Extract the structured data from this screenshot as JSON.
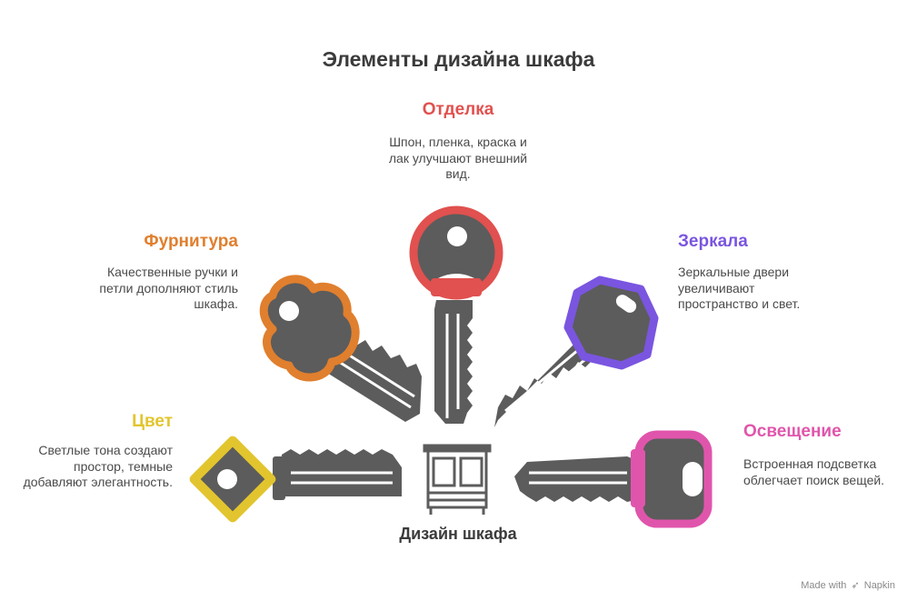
{
  "title": "Элементы дизайна шкафа",
  "center": {
    "label": "Дизайн шкафа",
    "icon": "wardrobe-icon"
  },
  "items": [
    {
      "id": "color",
      "title": "Цвет",
      "description": "Светлые тона создают простор, темные добавляют элегантность.",
      "color": "#E2C52E",
      "icon": "key-icon"
    },
    {
      "id": "hardware",
      "title": "Фурнитура",
      "description": "Качественные ручки и петли дополняют стиль шкафа.",
      "color": "#E07F2E",
      "icon": "key-icon"
    },
    {
      "id": "finish",
      "title": "Отделка",
      "description": "Шпон, пленка, краска и лак улучшают внешний вид.",
      "color": "#E0514F",
      "icon": "key-icon"
    },
    {
      "id": "mirrors",
      "title": "Зеркала",
      "description": "Зеркальные двери увеличивают пространство и свет.",
      "color": "#7A55E0",
      "icon": "key-icon"
    },
    {
      "id": "lighting",
      "title": "Освещение",
      "description": "Встроенная подсветка облегчает поиск вещей.",
      "color": "#E055AC",
      "icon": "key-icon"
    }
  ],
  "footer": {
    "text": "Made with",
    "brand": "Napkin",
    "icon": "napkin-logo-icon"
  },
  "colors": {
    "key_body": "#5c5c5c",
    "background": "#ffffff"
  }
}
